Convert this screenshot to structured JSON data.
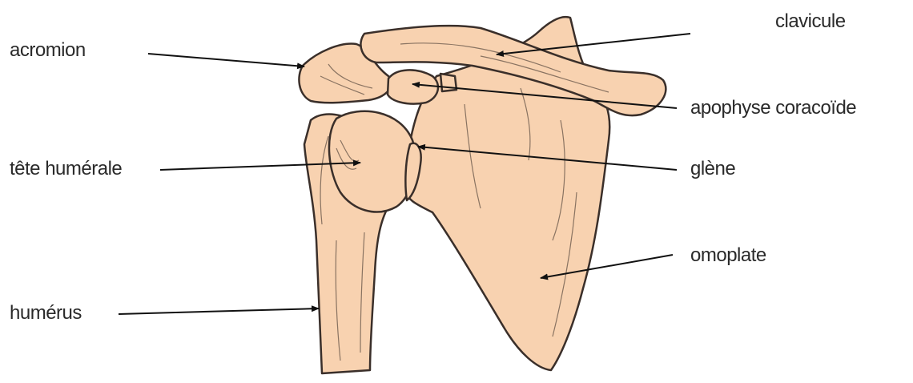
{
  "diagram": {
    "bone_color": "#f8d2b0",
    "outline_color": "#3a2f2a",
    "labels": {
      "acromion": "acromion",
      "clavicule": "clavicule",
      "apophyse": "apophyse coracoïde",
      "tete": "tête humérale",
      "glene": "glène",
      "omoplate": "omoplate",
      "humerus": "humérus"
    }
  }
}
